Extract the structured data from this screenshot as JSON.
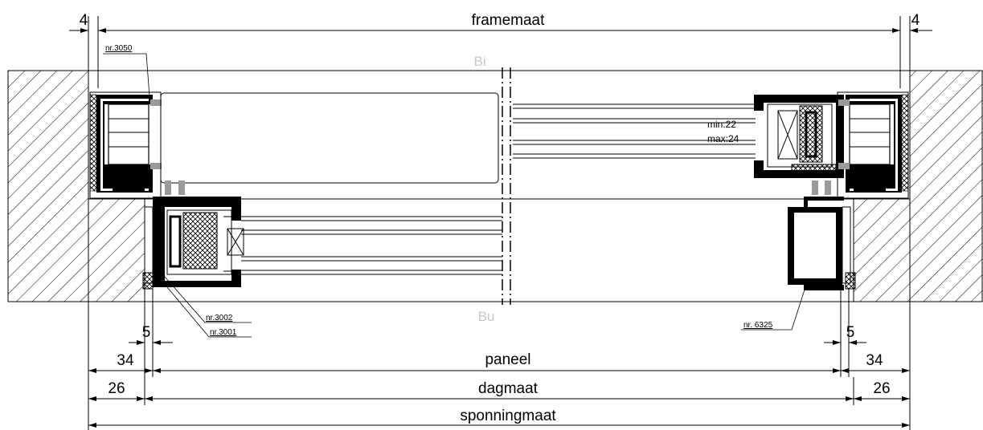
{
  "dimensions": {
    "framemaat": "framemaat",
    "paneel": "paneel",
    "dagmaat": "dagmaat",
    "sponningmaat": "sponningmaat",
    "gap_left": "4",
    "gap_right": "4",
    "left_34": "34",
    "right_34": "34",
    "left_26": "26",
    "right_26": "26",
    "left_5": "5",
    "right_5": "5"
  },
  "sides": {
    "inside": "Bi",
    "outside": "Bu"
  },
  "parts": {
    "frame_profile": "nr.3050",
    "sash_profile_a": "nr.3002",
    "sash_profile_b": "nr.3001",
    "panel_profile": "nr. 6325"
  },
  "glazing": {
    "min": "min:22",
    "max": "max:24"
  },
  "colors": {
    "line": "#000000",
    "label_grey": "#c8c8c8",
    "gasket_grey": "#9a9a9a"
  }
}
